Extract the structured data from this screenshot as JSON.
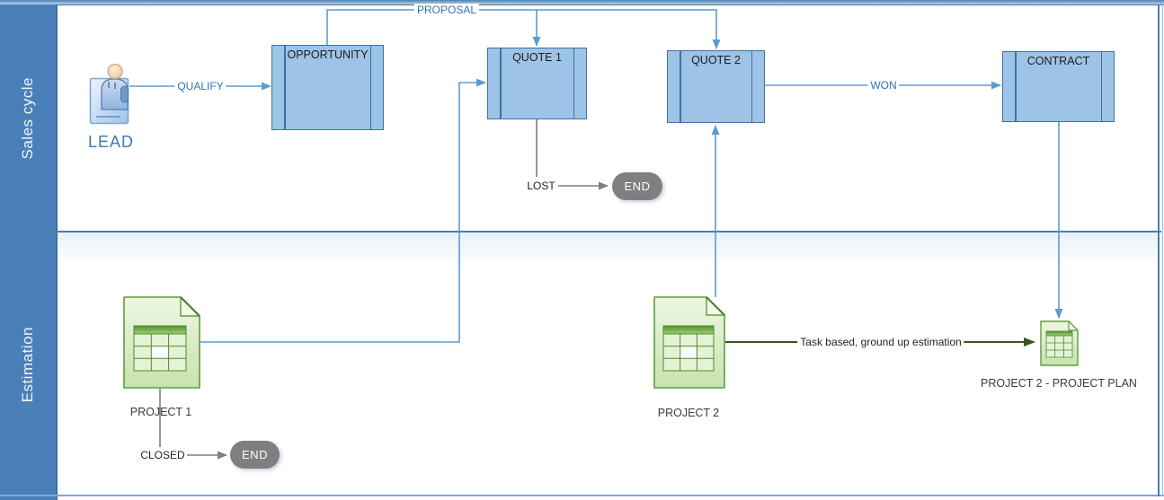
{
  "lanes": [
    {
      "label": "Sales cycle"
    },
    {
      "label": "Estimation"
    }
  ],
  "shapes": {
    "lead": {
      "label": "LEAD"
    },
    "boxes": [
      {
        "label": "OPPORTUNITY"
      },
      {
        "label": "QUOTE 1"
      },
      {
        "label": "QUOTE 2"
      },
      {
        "label": "CONTRACT"
      }
    ],
    "documents": [
      {
        "label": "PROJECT 1"
      },
      {
        "label": "PROJECT 2"
      },
      {
        "label": "PROJECT 2 - PROJECT PLAN"
      }
    ],
    "terminators": [
      {
        "label": "END"
      },
      {
        "label": "END"
      }
    ]
  },
  "connectors": {
    "qualify": "QUALIFY",
    "proposal": "PROPOSAL",
    "won": "WON",
    "lost": "LOST",
    "closed": "CLOSED",
    "estimation": "Task based, ground up estimation"
  },
  "colors": {
    "lane_band": "#4a80b8",
    "box_fill": "#9dc4e7",
    "box_border": "#40719f",
    "connector_blue": "#5b9bd5",
    "connector_gray": "#7f7f7f",
    "connector_green": "#3a5323",
    "terminator_fill": "#7f7f7f",
    "document_border": "#5e9c3c",
    "label_blue": "#2e74b5"
  }
}
